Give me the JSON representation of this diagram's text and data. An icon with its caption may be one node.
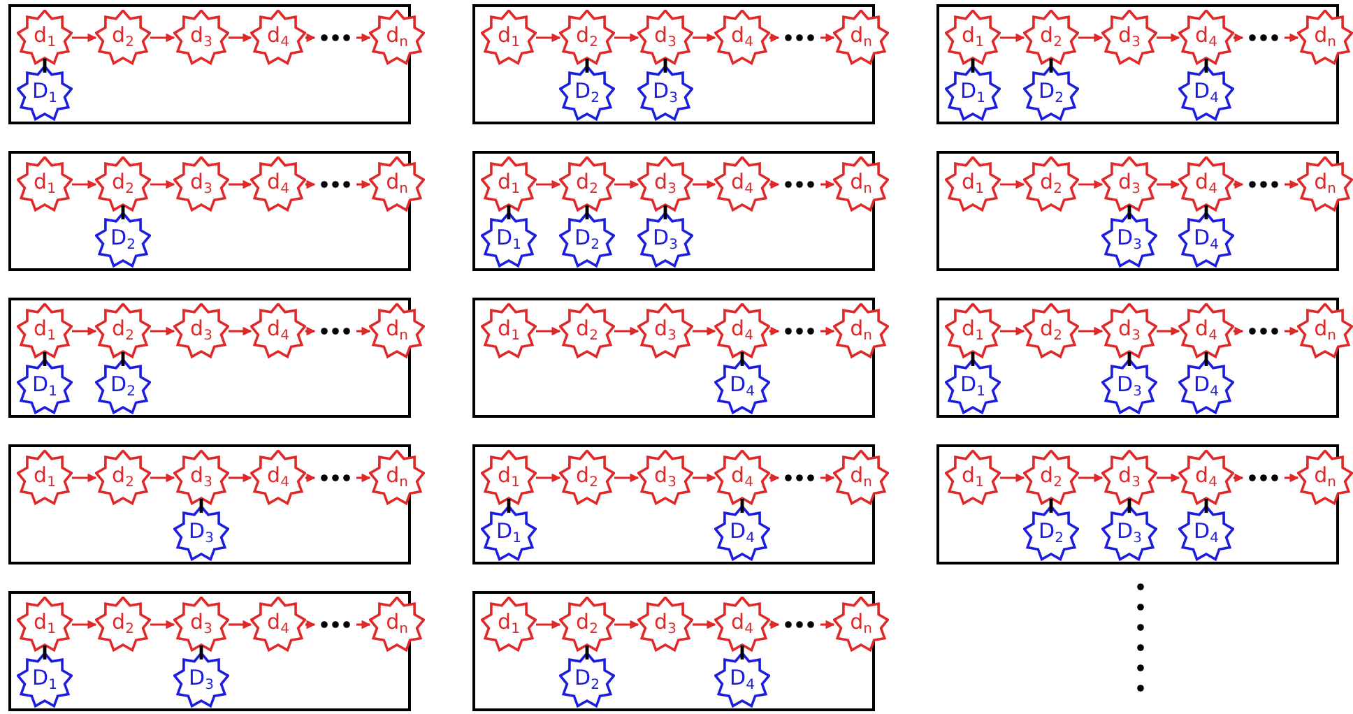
{
  "diagram": {
    "nodes": [
      {
        "text": [],
        "shape": "box"
      },
      {
        "text": [
          "d$_{1}$"
        ],
        "in": 0
      },
      {
        "text": [
          "d$_{2}$"
        ],
        "in": 0
      },
      {
        "text": [
          "d$_{3}$"
        ],
        "in": 0
      },
      {
        "text": [
          "d$_{4}$"
        ],
        "in": 0
      },
      {
        "text": [],
        "shape": "dots",
        "in": 0
      },
      {
        "text": [
          "d$_{n}$"
        ],
        "in": 0
      },
      {
        "text": [
          "D$_{1}$"
        ],
        "in": 0
      },
      {
        "text": [],
        "shape": "box"
      },
      {
        "text": [
          "d$_{1}$"
        ],
        "in": 8
      },
      {
        "text": [
          "d$_{2}$"
        ],
        "in": 8
      },
      {
        "text": [
          "d$_{3}$"
        ],
        "in": 8
      },
      {
        "text": [
          "d$_{4}$"
        ],
        "in": 8
      },
      {
        "text": [],
        "shape": "dots",
        "in": 8
      },
      {
        "text": [
          "d$_{n}$"
        ],
        "in": 8
      },
      {
        "text": [
          "D$_{2}$"
        ],
        "in": 8
      },
      {
        "text": [
          "D$_{3}$"
        ],
        "in": 8
      },
      {
        "text": [],
        "shape": "box"
      },
      {
        "text": [
          "d$_{1}$"
        ],
        "in": 17
      },
      {
        "text": [
          "d$_{2}$"
        ],
        "in": 17
      },
      {
        "text": [
          "d$_{3}$"
        ],
        "in": 17
      },
      {
        "text": [
          "d$_{4}$"
        ],
        "in": 17
      },
      {
        "text": [],
        "shape": "dots",
        "in": 17
      },
      {
        "text": [
          "d$_{n}$"
        ],
        "in": 17
      },
      {
        "text": [
          "D$_{1}$"
        ],
        "in": 17
      },
      {
        "text": [
          "D$_{2}$"
        ],
        "in": 17
      },
      {
        "text": [
          "D$_{4}$"
        ],
        "in": 17
      },
      {
        "text": [],
        "shape": "box"
      },
      {
        "text": [
          "d$_{1}$"
        ],
        "in": 27
      },
      {
        "text": [
          "d$_{2}$"
        ],
        "in": 27
      },
      {
        "text": [
          "d$_{3}$"
        ],
        "in": 27
      },
      {
        "text": [
          "d$_{4}$"
        ],
        "in": 27
      },
      {
        "text": [],
        "shape": "dots",
        "in": 27
      },
      {
        "text": [
          "d$_{n}$"
        ],
        "in": 27
      },
      {
        "text": [
          "D$_{2}$"
        ],
        "in": 27
      },
      {
        "text": [],
        "shape": "box"
      },
      {
        "text": [
          "d$_{1}$"
        ],
        "in": 35
      },
      {
        "text": [
          "d$_{2}$"
        ],
        "in": 35
      },
      {
        "text": [
          "d$_{3}$"
        ],
        "in": 35
      },
      {
        "text": [
          "d$_{4}$"
        ],
        "in": 35
      },
      {
        "text": [],
        "shape": "dots",
        "in": 35
      },
      {
        "text": [
          "d$_{n}$"
        ],
        "in": 35
      },
      {
        "text": [
          "D$_{1}$"
        ],
        "in": 35
      },
      {
        "text": [
          "D$_{2}$"
        ],
        "in": 35
      },
      {
        "text": [
          "D$_{3}$"
        ],
        "in": 35
      },
      {
        "text": [],
        "shape": "box"
      },
      {
        "text": [
          "d$_{1}$"
        ],
        "in": 45
      },
      {
        "text": [
          "d$_{2}$"
        ],
        "in": 45
      },
      {
        "text": [
          "d$_{3}$"
        ],
        "in": 45
      },
      {
        "text": [
          "d$_{4}$"
        ],
        "in": 45
      },
      {
        "text": [],
        "shape": "dots",
        "in": 45
      },
      {
        "text": [
          "d$_{n}$"
        ],
        "in": 45
      },
      {
        "text": [
          "D$_{3}$"
        ],
        "in": 45
      },
      {
        "text": [
          "D$_{4}$"
        ],
        "in": 45
      },
      {
        "text": [],
        "shape": "box"
      },
      {
        "text": [
          "d$_{1}$"
        ],
        "in": 54
      },
      {
        "text": [
          "d$_{2}$"
        ],
        "in": 54
      },
      {
        "text": [
          "d$_{3}$"
        ],
        "in": 54
      },
      {
        "text": [
          "d$_{4}$"
        ],
        "in": 54
      },
      {
        "text": [],
        "shape": "dots",
        "in": 54
      },
      {
        "text": [
          "d$_{n}$"
        ],
        "in": 54
      },
      {
        "text": [
          "D$_{1}$"
        ],
        "in": 54
      },
      {
        "text": [
          "D$_{2}$"
        ],
        "in": 54
      },
      {
        "text": [],
        "shape": "box"
      },
      {
        "text": [
          "d$_{1}$"
        ],
        "in": 63
      },
      {
        "text": [
          "d$_{2}$"
        ],
        "in": 63
      },
      {
        "text": [
          "d$_{3}$"
        ],
        "in": 63
      },
      {
        "text": [
          "d$_{4}$"
        ],
        "in": 63
      },
      {
        "text": [],
        "shape": "dots",
        "in": 63
      },
      {
        "text": [
          "d$_{n}$"
        ],
        "in": 63
      },
      {
        "text": [
          "D$_{4}$"
        ],
        "in": 63
      },
      {
        "text": [],
        "shape": "box"
      },
      {
        "text": [
          "d$_{1}$"
        ],
        "in": 71
      },
      {
        "text": [
          "d$_{2}$"
        ],
        "in": 71
      },
      {
        "text": [
          "d$_{3}$"
        ],
        "in": 71
      },
      {
        "text": [
          "d$_{4}$"
        ],
        "in": 71
      },
      {
        "text": [],
        "shape": "dots",
        "in": 71
      },
      {
        "text": [
          "d$_{n}$"
        ],
        "in": 71
      },
      {
        "text": [
          "D$_{1}$"
        ],
        "in": 71
      },
      {
        "text": [
          "D$_{3}$"
        ],
        "in": 71
      },
      {
        "text": [
          "D$_{4}$"
        ],
        "in": 71
      },
      {
        "text": [],
        "shape": "box"
      },
      {
        "text": [
          "d$_{1}$"
        ],
        "in": 81
      },
      {
        "text": [
          "d$_{2}$"
        ],
        "in": 81
      },
      {
        "text": [
          "d$_{3}$"
        ],
        "in": 81
      },
      {
        "text": [
          "d$_{4}$"
        ],
        "in": 81
      },
      {
        "text": [],
        "shape": "dots",
        "in": 81
      },
      {
        "text": [
          "d$_{n}$"
        ],
        "in": 81
      },
      {
        "text": [
          "D$_{3}$"
        ],
        "in": 81
      },
      {
        "text": [],
        "shape": "box"
      },
      {
        "text": [
          "d$_{1}$"
        ],
        "in": 89
      },
      {
        "text": [
          "d$_{2}$"
        ],
        "in": 89
      },
      {
        "text": [
          "d$_{3}$"
        ],
        "in": 89
      },
      {
        "text": [
          "d$_{4}$"
        ],
        "in": 89
      },
      {
        "text": [],
        "shape": "dots",
        "in": 89
      },
      {
        "text": [
          "d$_{n}$"
        ],
        "in": 89
      },
      {
        "text": [
          "D$_{1}$"
        ],
        "in": 89
      },
      {
        "text": [
          "D$_{4}$"
        ],
        "in": 89
      },
      {
        "text": [],
        "shape": "box"
      },
      {
        "text": [
          "d$_{1}$"
        ],
        "in": 98
      },
      {
        "text": [
          "d$_{2}$"
        ],
        "in": 98
      },
      {
        "text": [
          "d$_{3}$"
        ],
        "in": 98
      },
      {
        "text": [
          "d$_{4}$"
        ],
        "in": 98
      },
      {
        "text": [],
        "shape": "dots",
        "in": 98
      },
      {
        "text": [
          "d$_{n}$"
        ],
        "in": 98
      },
      {
        "text": [
          "D$_{2}$"
        ],
        "in": 98
      },
      {
        "text": [
          "D$_{3}$"
        ],
        "in": 98
      },
      {
        "text": [
          "D$_{4}$"
        ],
        "in": 98
      },
      {
        "text": [],
        "shape": "box"
      },
      {
        "text": [
          "d$_{1}$"
        ],
        "in": 108
      },
      {
        "text": [
          "d$_{2}$"
        ],
        "in": 108
      },
      {
        "text": [
          "d$_{3}$"
        ],
        "in": 108
      },
      {
        "text": [
          "d$_{4}$"
        ],
        "in": 108
      },
      {
        "text": [],
        "shape": "dots",
        "in": 108
      },
      {
        "text": [
          "d$_{n}$"
        ],
        "in": 108
      },
      {
        "text": [
          "D$_{1}$"
        ],
        "in": 108
      },
      {
        "text": [
          "D$_{3}$"
        ],
        "in": 108
      },
      {
        "text": [],
        "shape": "box"
      },
      {
        "text": [
          "d$_{1}$"
        ],
        "in": 117
      },
      {
        "text": [
          "d$_{2}$"
        ],
        "in": 117
      },
      {
        "text": [
          "d$_{3}$"
        ],
        "in": 117
      },
      {
        "text": [
          "d$_{4}$"
        ],
        "in": 117
      },
      {
        "text": [],
        "shape": "dots",
        "in": 117
      },
      {
        "text": [
          "d$_{n}$"
        ],
        "in": 117
      },
      {
        "text": [
          "D$_{2}$"
        ],
        "in": 117
      },
      {
        "text": [
          "D$_{4}$"
        ],
        "in": 117
      }
    ],
    "edges": [
      {
        "from": 1,
        "to": 2,
        "arrow": "to"
      },
      {
        "from": 2,
        "to": 3,
        "arrow": "to"
      },
      {
        "from": 3,
        "to": 4,
        "arrow": "to"
      },
      {
        "from": 4,
        "to": 5,
        "arrow": "to"
      },
      {
        "from": 5,
        "to": 6,
        "arrow": "to"
      },
      {
        "from": 1,
        "to": 7,
        "arrow": "none",
        "color": "#000000"
      },
      {
        "from": 9,
        "to": 10,
        "arrow": "to"
      },
      {
        "from": 10,
        "to": 11,
        "arrow": "to"
      },
      {
        "from": 11,
        "to": 12,
        "arrow": "to"
      },
      {
        "from": 12,
        "to": 13,
        "arrow": "to"
      },
      {
        "from": 13,
        "to": 14,
        "arrow": "to"
      },
      {
        "from": 10,
        "to": 15,
        "arrow": "none",
        "color": "#000000"
      },
      {
        "from": 11,
        "to": 16,
        "arrow": "none",
        "color": "#000000"
      },
      {
        "from": 18,
        "to": 19,
        "arrow": "to"
      },
      {
        "from": 19,
        "to": 20,
        "arrow": "to"
      },
      {
        "from": 20,
        "to": 21,
        "arrow": "to"
      },
      {
        "from": 21,
        "to": 22,
        "arrow": "to"
      },
      {
        "from": 22,
        "to": 23,
        "arrow": "to"
      },
      {
        "from": 18,
        "to": 24,
        "arrow": "none",
        "color": "#000000"
      },
      {
        "from": 19,
        "to": 25,
        "arrow": "none",
        "color": "#000000"
      },
      {
        "from": 21,
        "to": 26,
        "arrow": "none",
        "color": "#000000"
      },
      {
        "from": 28,
        "to": 29,
        "arrow": "to"
      },
      {
        "from": 29,
        "to": 30,
        "arrow": "to"
      },
      {
        "from": 30,
        "to": 31,
        "arrow": "to"
      },
      {
        "from": 31,
        "to": 32,
        "arrow": "to"
      },
      {
        "from": 32,
        "to": 33,
        "arrow": "to"
      },
      {
        "from": 29,
        "to": 34,
        "arrow": "none",
        "color": "#000000"
      },
      {
        "from": 36,
        "to": 37,
        "arrow": "to"
      },
      {
        "from": 37,
        "to": 38,
        "arrow": "to"
      },
      {
        "from": 38,
        "to": 39,
        "arrow": "to"
      },
      {
        "from": 39,
        "to": 40,
        "arrow": "to"
      },
      {
        "from": 40,
        "to": 41,
        "arrow": "to"
      },
      {
        "from": 36,
        "to": 42,
        "arrow": "none",
        "color": "#000000"
      },
      {
        "from": 37,
        "to": 43,
        "arrow": "none",
        "color": "#000000"
      },
      {
        "from": 38,
        "to": 44,
        "arrow": "none",
        "color": "#000000"
      },
      {
        "from": 46,
        "to": 47,
        "arrow": "to"
      },
      {
        "from": 47,
        "to": 48,
        "arrow": "to"
      },
      {
        "from": 48,
        "to": 49,
        "arrow": "to"
      },
      {
        "from": 49,
        "to": 50,
        "arrow": "to"
      },
      {
        "from": 50,
        "to": 51,
        "arrow": "to"
      },
      {
        "from": 48,
        "to": 52,
        "arrow": "none",
        "color": "#000000"
      },
      {
        "from": 49,
        "to": 53,
        "arrow": "none",
        "color": "#000000"
      },
      {
        "from": 55,
        "to": 56,
        "arrow": "to"
      },
      {
        "from": 56,
        "to": 57,
        "arrow": "to"
      },
      {
        "from": 57,
        "to": 58,
        "arrow": "to"
      },
      {
        "from": 58,
        "to": 59,
        "arrow": "to"
      },
      {
        "from": 59,
        "to": 60,
        "arrow": "to"
      },
      {
        "from": 55,
        "to": 61,
        "arrow": "none",
        "color": "#000000"
      },
      {
        "from": 56,
        "to": 62,
        "arrow": "none",
        "color": "#000000"
      },
      {
        "from": 64,
        "to": 65,
        "arrow": "to"
      },
      {
        "from": 65,
        "to": 66,
        "arrow": "to"
      },
      {
        "from": 66,
        "to": 67,
        "arrow": "to"
      },
      {
        "from": 67,
        "to": 68,
        "arrow": "to"
      },
      {
        "from": 68,
        "to": 69,
        "arrow": "to"
      },
      {
        "from": 67,
        "to": 70,
        "arrow": "none",
        "color": "#000000"
      },
      {
        "from": 72,
        "to": 73,
        "arrow": "to"
      },
      {
        "from": 73,
        "to": 74,
        "arrow": "to"
      },
      {
        "from": 74,
        "to": 75,
        "arrow": "to"
      },
      {
        "from": 75,
        "to": 76,
        "arrow": "to"
      },
      {
        "from": 76,
        "to": 77,
        "arrow": "to"
      },
      {
        "from": 72,
        "to": 78,
        "arrow": "none",
        "color": "#000000"
      },
      {
        "from": 74,
        "to": 79,
        "arrow": "none",
        "color": "#000000"
      },
      {
        "from": 75,
        "to": 80,
        "arrow": "none",
        "color": "#000000"
      },
      {
        "from": 82,
        "to": 83,
        "arrow": "to"
      },
      {
        "from": 83,
        "to": 84,
        "arrow": "to"
      },
      {
        "from": 84,
        "to": 85,
        "arrow": "to"
      },
      {
        "from": 85,
        "to": 86,
        "arrow": "to"
      },
      {
        "from": 86,
        "to": 87,
        "arrow": "to"
      },
      {
        "from": 84,
        "to": 88,
        "arrow": "none",
        "color": "#000000"
      },
      {
        "from": 90,
        "to": 91,
        "arrow": "to"
      },
      {
        "from": 91,
        "to": 92,
        "arrow": "to"
      },
      {
        "from": 92,
        "to": 93,
        "arrow": "to"
      },
      {
        "from": 93,
        "to": 94,
        "arrow": "to"
      },
      {
        "from": 94,
        "to": 95,
        "arrow": "to"
      },
      {
        "from": 90,
        "to": 96,
        "arrow": "none",
        "color": "#000000"
      },
      {
        "from": 93,
        "to": 97,
        "arrow": "none",
        "color": "#000000"
      },
      {
        "from": 99,
        "to": 100,
        "arrow": "to"
      },
      {
        "from": 100,
        "to": 101,
        "arrow": "to"
      },
      {
        "from": 101,
        "to": 102,
        "arrow": "to"
      },
      {
        "from": 102,
        "to": 103,
        "arrow": "to"
      },
      {
        "from": 103,
        "to": 104,
        "arrow": "to"
      },
      {
        "from": 100,
        "to": 105,
        "arrow": "none",
        "color": "#000000"
      },
      {
        "from": 101,
        "to": 106,
        "arrow": "none",
        "color": "#000000"
      },
      {
        "from": 102,
        "to": 107,
        "arrow": "none",
        "color": "#000000"
      },
      {
        "from": 109,
        "to": 110,
        "arrow": "to"
      },
      {
        "from": 110,
        "to": 111,
        "arrow": "to"
      },
      {
        "from": 111,
        "to": 112,
        "arrow": "to"
      },
      {
        "from": 112,
        "to": 113,
        "arrow": "to"
      },
      {
        "from": 113,
        "to": 114,
        "arrow": "to"
      },
      {
        "from": 109,
        "to": 115,
        "arrow": "none",
        "color": "#000000"
      },
      {
        "from": 111,
        "to": 116,
        "arrow": "none",
        "color": "#000000"
      },
      {
        "from": 118,
        "to": 119,
        "arrow": "to"
      },
      {
        "from": 119,
        "to": 120,
        "arrow": "to"
      },
      {
        "from": 120,
        "to": 121,
        "arrow": "to"
      },
      {
        "from": 121,
        "to": 122,
        "arrow": "to"
      },
      {
        "from": 122,
        "to": 123,
        "arrow": "to"
      },
      {
        "from": 119,
        "to": 124,
        "arrow": "none",
        "color": "#000000"
      },
      {
        "from": 121,
        "to": 125,
        "arrow": "none",
        "color": "#000000"
      }
    ]
  }
}
